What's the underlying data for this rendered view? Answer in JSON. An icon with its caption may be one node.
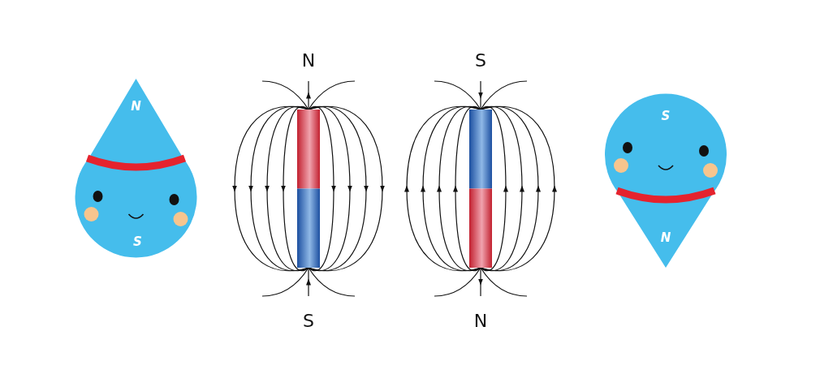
{
  "diagram": {
    "nodes": [
      {
        "text": [
          "N",
          "S"
        ]
      },
      {
        "text": [
          "N",
          "S"
        ]
      },
      {
        "text": [
          "S",
          "N"
        ]
      },
      {
        "text": [
          "S",
          "N"
        ]
      }
    ]
  }
}
